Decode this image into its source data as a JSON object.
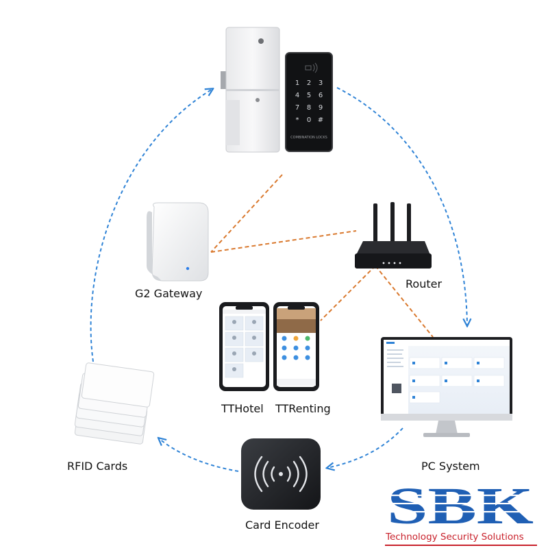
{
  "nodes": {
    "gateway": "G2 Gateway",
    "router": "Router",
    "tthotel": "TTHotel",
    "ttrenting": "TTRenting",
    "pc_system": "PC System",
    "rfid_cards": "RFID Cards",
    "card_encoder": "Card Encoder"
  },
  "keypad": {
    "keys": [
      "1",
      "2",
      "3",
      "4",
      "5",
      "6",
      "7",
      "8",
      "9",
      "*",
      "0",
      "#"
    ],
    "caption": "COMBINATION LOCKS"
  },
  "brand": {
    "logo_text": "SBK",
    "tagline": "Technology Security Solutions"
  },
  "colors": {
    "cycle_arrow": "#2f83d6",
    "network_link": "#d9782d",
    "brand_blue": "#1f5fb4",
    "brand_red": "#c8202a"
  }
}
